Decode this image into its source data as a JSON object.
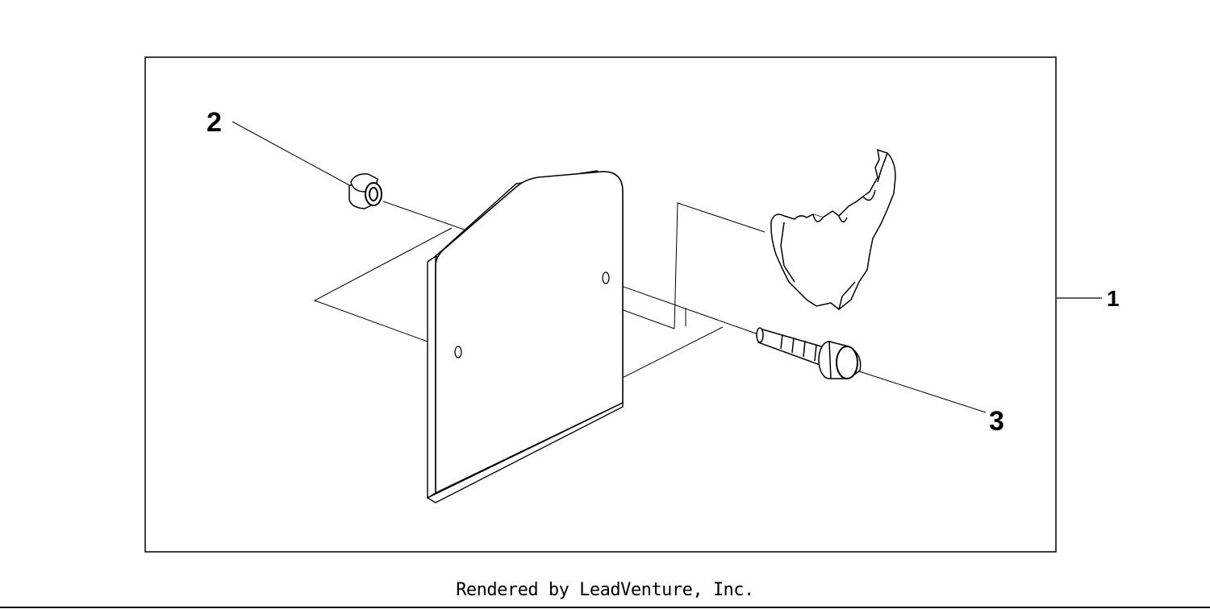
{
  "diagram": {
    "callouts": {
      "one": "1",
      "two": "2",
      "three": "3"
    },
    "colors": {
      "line": "#000000",
      "part_fill": "#ffffff",
      "background": "#ffffff"
    }
  },
  "footer": {
    "text": "Rendered by LeadVenture, Inc."
  }
}
